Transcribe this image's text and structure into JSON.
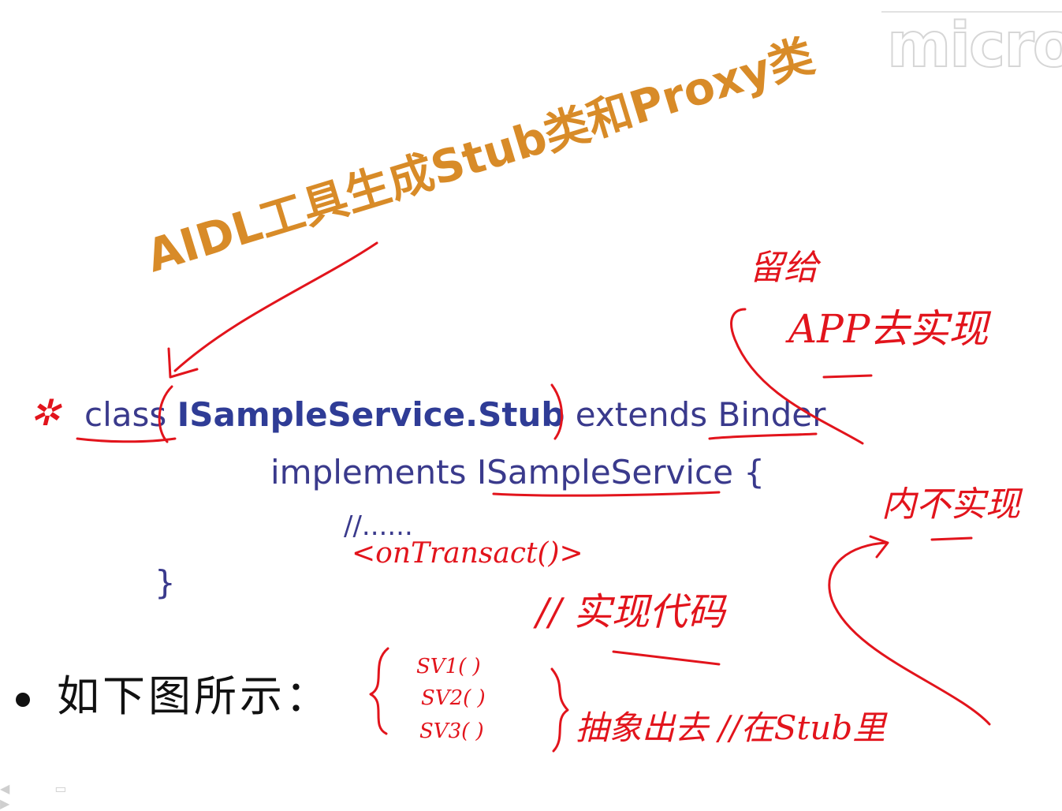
{
  "watermark": "micro",
  "title": "AIDL工具生成Stub类和Proxy类",
  "code": {
    "line1": {
      "keyword": "class",
      "classname": "ISampleService.Stub",
      "extends": "extends Binder"
    },
    "line2": "implements ISampleService {",
    "line3": "//......",
    "line4": "}"
  },
  "bullet": "如下图所示：",
  "annotations": {
    "star": "✲",
    "leave_to": "留给",
    "app_impl": "APP去实现",
    "internal": "内不实现",
    "ontransact": "<onTransact()>",
    "impl_code": "// 实现代码",
    "sv1": "SV1( )",
    "sv2": "SV2( )",
    "sv3": "SV3( )",
    "abstract": "抽象出去 //在Stub里"
  },
  "colors": {
    "title": "#d88b28",
    "code": "#3a3a8c",
    "ink": "#e2141c"
  }
}
